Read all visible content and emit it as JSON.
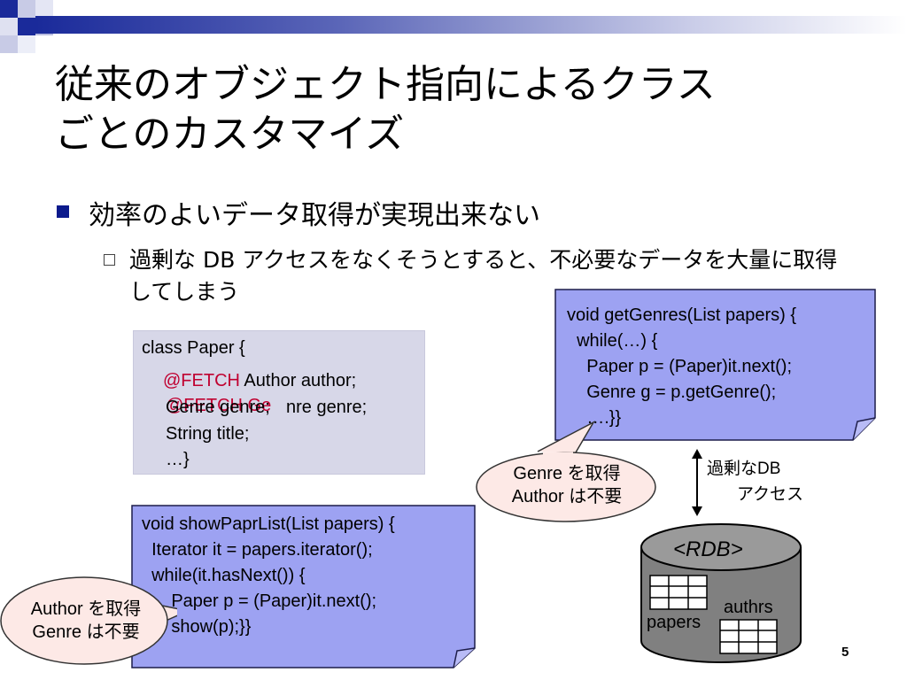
{
  "slide": {
    "title_lines": [
      "従来のオブジェクト指向によるクラス",
      "ごとのカスタマイズ"
    ],
    "bullet1": "効率のよいデータ取得が実現出来ない",
    "bullet2": "過剰な DB アクセスをなくそうとすると、不必要なデータを大量に取得してしまう",
    "page_number": "5"
  },
  "paper_class": {
    "line1": "class Paper {",
    "fetch1": "@FETCH",
    "line2_rest": " Author author;",
    "overlap_fetch": "@FETCH Ge",
    "line3": "Genre genre;",
    "line3_overlap": "nre genre;",
    "line4": "String title;",
    "line5": "…}"
  },
  "get_genres": {
    "lines": [
      "void getGenres(List papers) {",
      "  while(…) {",
      "    Paper p = (Paper)it.next();",
      "    Genre g = p.getGenre();",
      "    ….}}"
    ]
  },
  "show_list": {
    "lines": [
      "void showPaprList(List papers) {",
      "  Iterator it = papers.iterator();",
      "  while(it.hasNext()) {",
      "      Paper p = (Paper)it.next();",
      "      show(p);}}"
    ]
  },
  "callout_right": {
    "line1": "Genre を取得",
    "line2": "Author は不要"
  },
  "callout_left": {
    "line1": "Author を取得",
    "line2": "Genre は不要"
  },
  "db_access": {
    "line1": "過剰なDB",
    "line2": "アクセス"
  },
  "rdb": {
    "label": "<RDB>",
    "table1": "papers",
    "table2": "authrs"
  },
  "colors": {
    "note_fill": "#9da2f2",
    "class_fill": "#d7d7e8",
    "callout_fill": "#fde9e6",
    "accent": "#0b1a8c",
    "fetch": "#c00030"
  }
}
